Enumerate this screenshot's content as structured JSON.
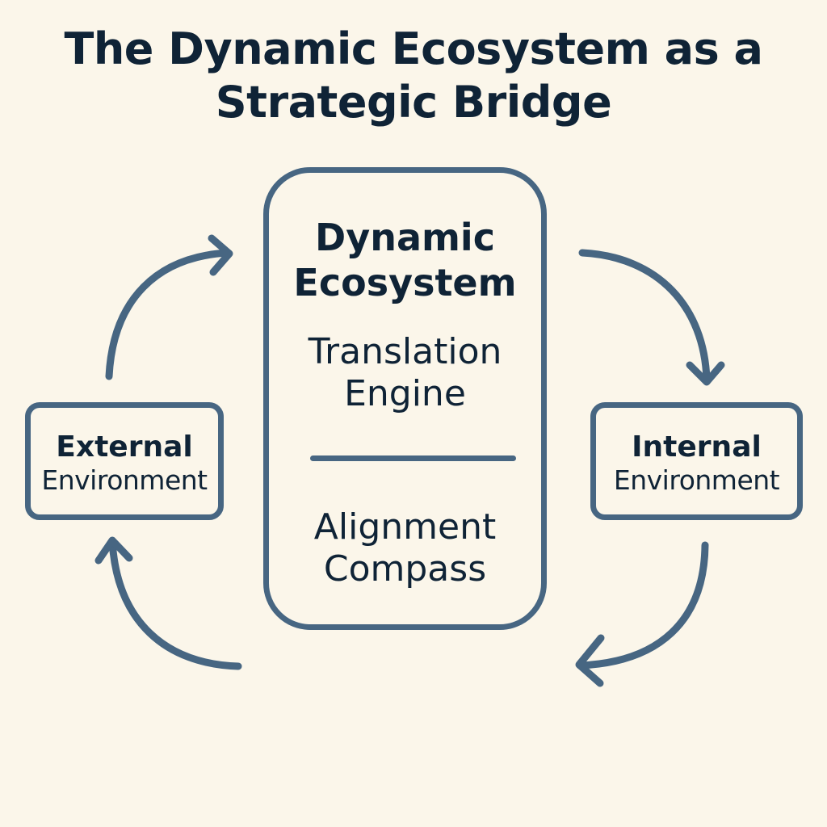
{
  "title": {
    "line1": "The Dynamic Ecosystem as a",
    "line2": "Strategic Bridge"
  },
  "center": {
    "title_line1": "Dynamic",
    "title_line2": "Ecosystem",
    "component1_line1": "Translation",
    "component1_line2": "Engine",
    "component2_line1": "Alignment",
    "component2_line2": "Compass"
  },
  "left_box": {
    "line1": "External",
    "line2": "Environment"
  },
  "right_box": {
    "line1": "Internal",
    "line2": "Environment"
  },
  "arrows": [
    {
      "from": "External Environment",
      "to": "Dynamic Ecosystem",
      "direction": "clockwise"
    },
    {
      "from": "Dynamic Ecosystem",
      "to": "Internal Environment",
      "direction": "clockwise"
    },
    {
      "from": "Internal Environment",
      "to": "Dynamic Ecosystem",
      "direction": "clockwise"
    },
    {
      "from": "Dynamic Ecosystem",
      "to": "External Environment",
      "direction": "clockwise"
    }
  ],
  "colors": {
    "background": "#fbf6ea",
    "stroke": "#476682",
    "text": "#0f2336"
  }
}
